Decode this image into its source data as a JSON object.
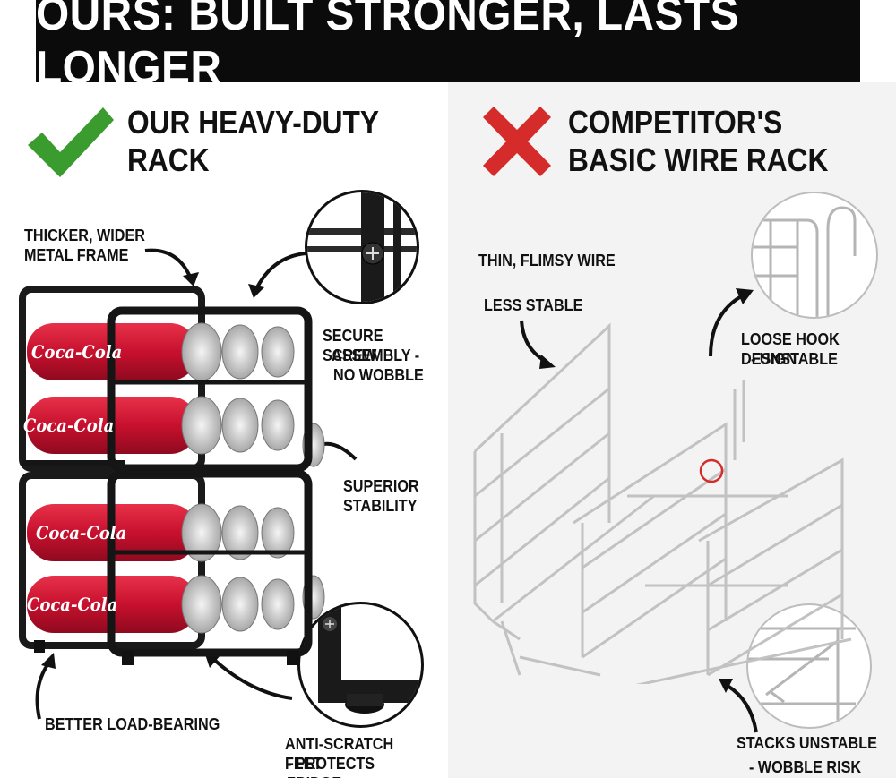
{
  "banner": {
    "title": "OURS: BUILT STRONGER, LASTS LONGER"
  },
  "ours": {
    "heading_line1": "OUR HEAVY-DUTY",
    "heading_line2": "RACK",
    "labels": {
      "frame_line1": "THICKER, WIDER",
      "frame_line2": "METAL FRAME",
      "screw_line1": "SECURE SCREW",
      "screw_line2": "ASSEMBLY -",
      "screw_line3": "NO WOBBLE",
      "stability_line1": "SUPERIOR",
      "stability_line2": "STABILITY",
      "load": "BETTER LOAD-BEARING",
      "feet_line1": "ANTI-SCRATCH FEET",
      "feet_line2": "- PROTECTS FRIDGE"
    },
    "can_brand": "Coca-Cola"
  },
  "competitor": {
    "heading_line1": "COMPETITOR'S",
    "heading_line2": "BASIC WIRE RACK",
    "labels": {
      "wire": "THIN, FLIMSY WIRE",
      "stable": "LESS STABLE",
      "hook_line1": "LOOSE HOOK DESIGN",
      "hook_line2": "- UNSTABLE",
      "stacks_line1": "STACKS UNSTABLE",
      "stacks_line2": "- WOBBLE RISK"
    }
  },
  "icons": {
    "check": "check-icon",
    "cross": "cross-icon"
  },
  "colors": {
    "check": "#3a9b2f",
    "cross": "#d62b2b",
    "can_red": "#c8102e",
    "frame": "#1a1a1a"
  }
}
